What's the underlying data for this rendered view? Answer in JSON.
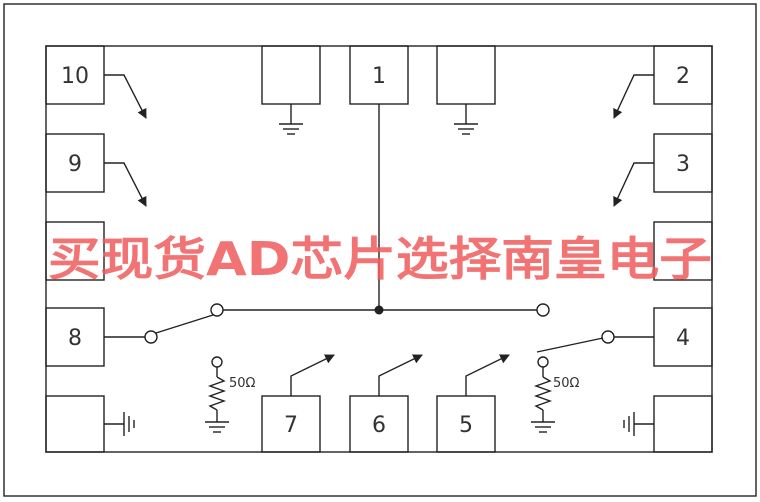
{
  "pins": {
    "p1": "1",
    "p2": "2",
    "p3": "3",
    "p4": "4",
    "p5": "5",
    "p6": "6",
    "p7": "7",
    "p8": "8",
    "p9": "9",
    "p10": "10"
  },
  "resistors": {
    "left": "50Ω",
    "right": "50Ω"
  },
  "watermark": "买现货AD芯片选择南皇电子",
  "colors": {
    "line": "#222222",
    "watermark": "#ee5a5a"
  }
}
